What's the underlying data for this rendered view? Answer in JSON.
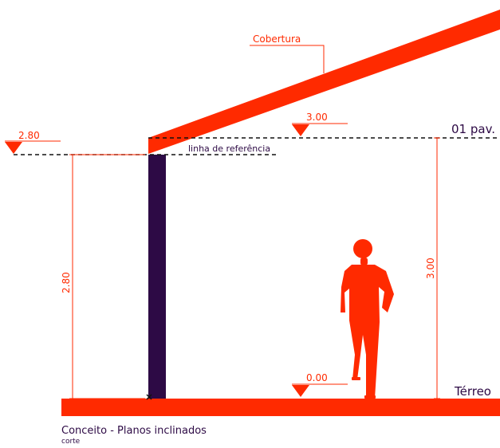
{
  "labels": {
    "cobertura": "Cobertura",
    "linha_referencia": "linha de referência",
    "level_280": "2.80",
    "level_300": "3.00",
    "level_000": "0.00",
    "pav_01": "01 pav.",
    "terreo": "Térreo",
    "dim_280": "2.80",
    "dim_300": "3.00"
  },
  "caption": {
    "title": "Conceito - Planos inclinados",
    "subtitle": "corte"
  },
  "colors": {
    "accent": "#ff2a00",
    "dark": "#2d0a45",
    "line": "#111111"
  }
}
